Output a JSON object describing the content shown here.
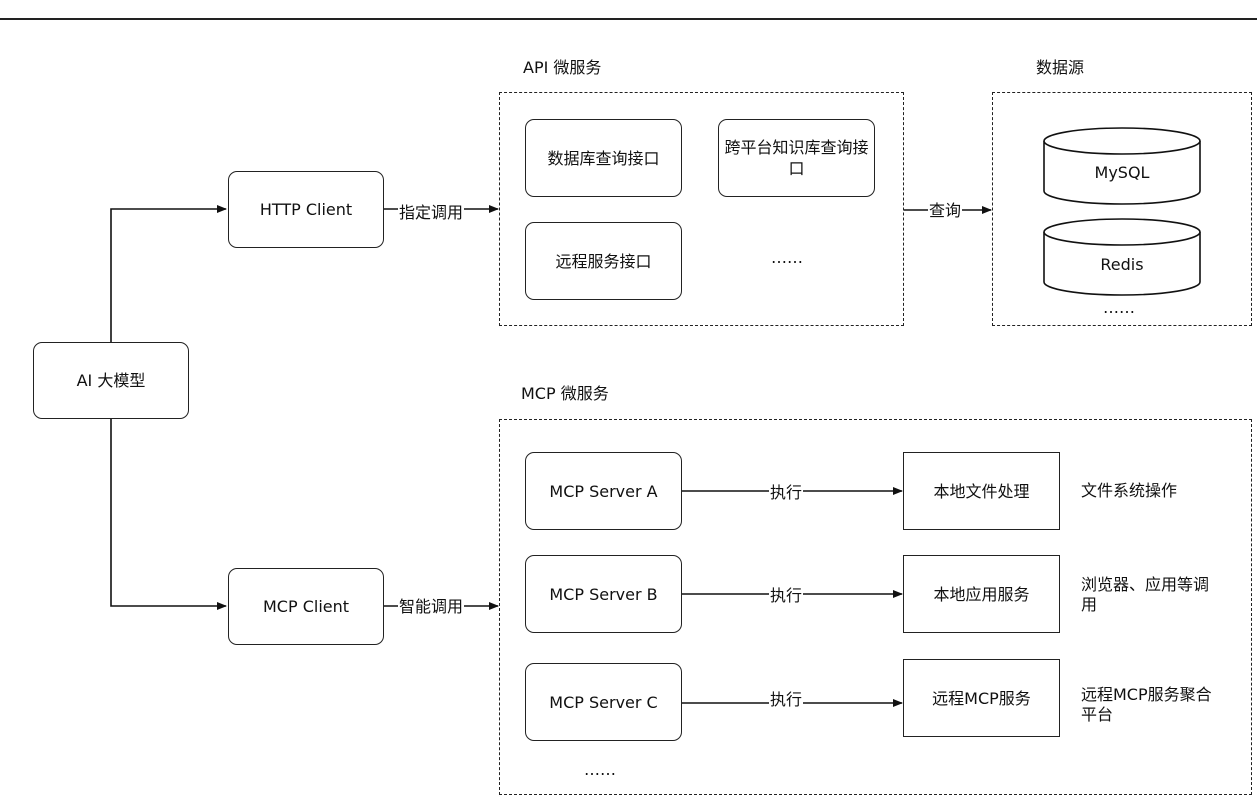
{
  "model": "AI 大模型",
  "http_client": "HTTP Client",
  "mcp_client": "MCP Client",
  "edge_http": "指定调用",
  "edge_mcp": "智能调用",
  "edge_query": "查询",
  "edge_exec": "执行",
  "api": {
    "title": "API  微服务",
    "db_query": "数据库查询接口",
    "kb_query": "跨平台知识库查询接口",
    "remote_service": "远程服务接口",
    "more": "……"
  },
  "datasource": {
    "title": "数据源",
    "mysql": "MySQL",
    "redis": "Redis",
    "more": "……"
  },
  "mcp": {
    "title": "MCP 微服务",
    "server_a": "MCP Server A",
    "server_b": "MCP Server B",
    "server_c": "MCP Server C",
    "more": "……",
    "target_a": "本地文件处理",
    "target_b": "本地应用服务",
    "target_c": "远程MCP服务",
    "note_a": "文件系统操作",
    "note_b": "浏览器、应用等调用",
    "note_c": "远程MCP服务聚合平台"
  }
}
